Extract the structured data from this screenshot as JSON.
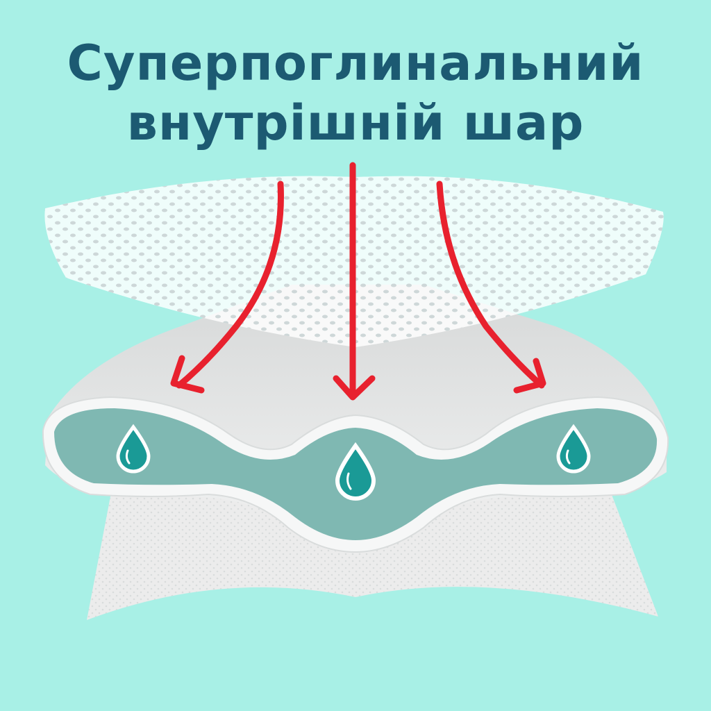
{
  "headline": {
    "line1": "Суперпоглинальний",
    "line2": "внутрішній шар"
  },
  "illustration": {
    "layers": [
      "top-perforated-sheet",
      "absorbent-core",
      "bottom-backsheet"
    ],
    "arrows": [
      "left-curved-arrow",
      "center-straight-arrow",
      "right-curved-arrow"
    ],
    "drop_icons": 3
  },
  "colors": {
    "background": "#a8f0e6",
    "headline": "#1c5a72",
    "arrow": "#e8212e",
    "core": "#7fb8b2",
    "drop": "#1a9a96",
    "sheet": "#f4f6f6"
  }
}
